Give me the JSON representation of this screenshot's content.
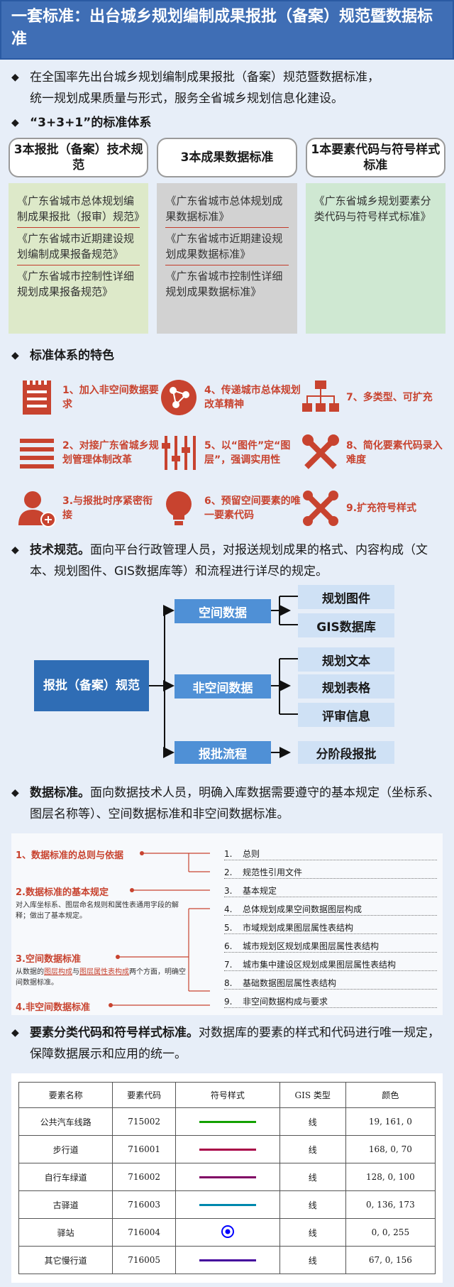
{
  "banner": {
    "title": "一套标准：出台城乡规划编制成果报批（备案）规范暨数据标准"
  },
  "intro": {
    "line1": "在全国率先出台城乡规划编制成果报批（备案）规范暨数据标准，",
    "line2": "统一规划成果质量与形式，服务全省城乡规划信息化建设。"
  },
  "system": {
    "title": "“3+3+1”的标准体系",
    "columns": [
      {
        "header": "3本报批（备案）技术规范",
        "items": [
          "《广东省城市总体规划编制成果报批（报审）规范》",
          "《广东省城市近期建设规划编制成果报备规范》",
          "《广东省城市控制性详细规划成果报备规范》"
        ]
      },
      {
        "header": "3本成果数据标准",
        "items": [
          "《广东省城市总体规划成果数据标准》",
          "《广东省城市近期建设规划成果数据标准》",
          "《广东省城市控制性详细规划成果数据标准》"
        ]
      },
      {
        "header": "1本要素代码与符号样式标准",
        "items": [
          "《广东省城乡规划要素分类代码与符号样式标准》"
        ]
      }
    ]
  },
  "features": {
    "title": "标准体系的特色",
    "items": [
      {
        "label": "1、加入非空间数据要求",
        "icon": "document-icon"
      },
      {
        "label": "4、传递城市总体规划改革精神",
        "icon": "network-icon"
      },
      {
        "label": "7、多类型、可扩充",
        "icon": "hierarchy-icon"
      },
      {
        "label": "2、对接广东省城乡规划管理体制改革",
        "icon": "list-icon"
      },
      {
        "label": "5、以“图件”定“图层”，强调实用性",
        "icon": "sliders-icon"
      },
      {
        "label": "8、简化要素代码录入难度",
        "icon": "tools-icon"
      },
      {
        "label": "3.与报批时序紧密衔接",
        "icon": "user-add-icon"
      },
      {
        "label": "6、预留空间要素的唯一要素代码",
        "icon": "bulb-icon"
      },
      {
        "label": "9.扩充符号样式",
        "icon": "puzzle-icon"
      }
    ]
  },
  "tech": {
    "bold": "技术规范。",
    "rest": "面向平台行政管理人员，对报送规划成果的格式、内容构成（文本、规划图件、GIS数据库等）和流程进行详尽的规定。",
    "flow": {
      "root": "报批（备案）规范",
      "branches": [
        {
          "label": "空间数据",
          "leaves": [
            "规划图件",
            "GIS数据库"
          ]
        },
        {
          "label": "非空间数据",
          "leaves": [
            "规划文本",
            "规划表格",
            "评审信息"
          ]
        },
        {
          "label": "报批流程",
          "leaves": [
            "分阶段报批"
          ]
        }
      ]
    }
  },
  "data_std": {
    "bold": "数据标准。",
    "rest": "面向数据技术人员，明确入库数据需要遵守的基本规定（坐标系、图层名称等）、空间数据标准和非空间数据标准。",
    "left": [
      "1、数据标准的总则与依据",
      "2.数据标准的基本规定",
      "3.空间数据标准",
      "4.非空间数据标准"
    ],
    "note2": "对入库坐标系、图层命名规则和属性表通用字段的解释；做出了基本规定。",
    "note3_a": "从数据的",
    "note3_b": "图层构成",
    "note3_c": "与",
    "note3_d": "图层属性表构成",
    "note3_e": "两个方面，明确空间数据标准。",
    "right": [
      {
        "n": "1.",
        "t": "总则"
      },
      {
        "n": "2.",
        "t": "规范性引用文件"
      },
      {
        "n": "3.",
        "t": "基本规定"
      },
      {
        "n": "4.",
        "t": "总体规划成果空间数据图层构成"
      },
      {
        "n": "5.",
        "t": "市域规划成果图层属性表结构"
      },
      {
        "n": "6.",
        "t": "城市规划区规划成果图层属性表结构"
      },
      {
        "n": "7.",
        "t": "城市集中建设区规划成果图层属性表结构"
      },
      {
        "n": "8.",
        "t": "基础数据图层属性表结构"
      },
      {
        "n": "9.",
        "t": "非空间数据构成与要求"
      }
    ]
  },
  "symbol": {
    "bold": "要素分类代码和符号样式标准。",
    "rest": "对数据库的要素的样式和代码进行唯一规定，保障数据展示和应用的统一。",
    "headers": [
      "要素名称",
      "要素代码",
      "符号样式",
      "GIS 类型",
      "颜色"
    ],
    "rows": [
      {
        "name": "公共汽车线路",
        "code": "715002",
        "type": "线",
        "rgb": "19, 161, 0",
        "color": "#13a100"
      },
      {
        "name": "步行道",
        "code": "716001",
        "type": "线",
        "rgb": "168, 0, 70",
        "color": "#a80046"
      },
      {
        "name": "自行车绿道",
        "code": "716002",
        "type": "线",
        "rgb": "128, 0, 100",
        "color": "#800064"
      },
      {
        "name": "古驿道",
        "code": "716003",
        "type": "线",
        "rgb": "0, 136, 173",
        "color": "#0088ad"
      },
      {
        "name": "驿站",
        "code": "716004",
        "type": "线",
        "rgb": "0, 0, 255",
        "color": "#0000ff"
      },
      {
        "name": "其它慢行道",
        "code": "716005",
        "type": "线",
        "rgb": "67, 0, 156",
        "color": "#43009c"
      }
    ]
  },
  "glyph": {
    "diamond": "◆"
  },
  "colors": {
    "accent": "#3f6eb5",
    "red": "#c8432f"
  }
}
